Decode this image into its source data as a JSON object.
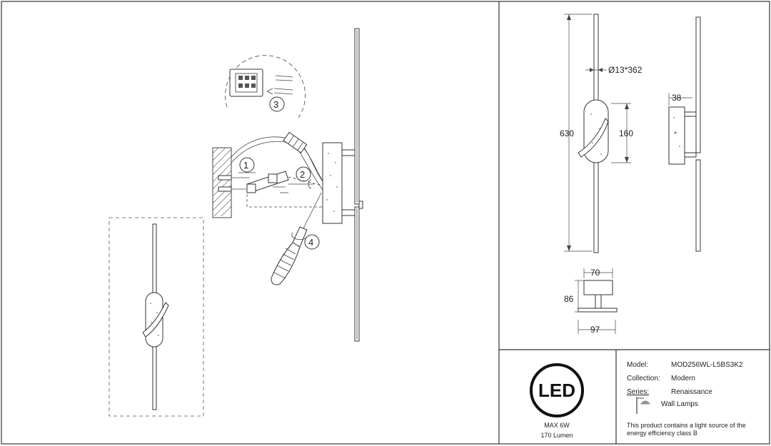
{
  "installation": {
    "steps": [
      "1",
      "2",
      "3",
      "4"
    ]
  },
  "dimensions": {
    "diameter_length": "Ø13*362",
    "height": "630",
    "base_height": "160",
    "side_depth": "38",
    "bracket_width": "70",
    "bracket_height": "86",
    "bracket_base_width": "97"
  },
  "badge": {
    "led_label": "LED",
    "power": "MAX 6W",
    "lumen": "170 Lumen"
  },
  "product": {
    "model_label": "Model:",
    "model_value": "MOD256WL-L5BS3K2",
    "collection_label": "Collection:",
    "collection_value": "Modern",
    "series_label": "Series:",
    "series_value": "Renaissance",
    "category": "Wall Lamps",
    "energy_note_line1": "This product contains a light source of the",
    "energy_note_line2": "energy efficiency class B"
  }
}
